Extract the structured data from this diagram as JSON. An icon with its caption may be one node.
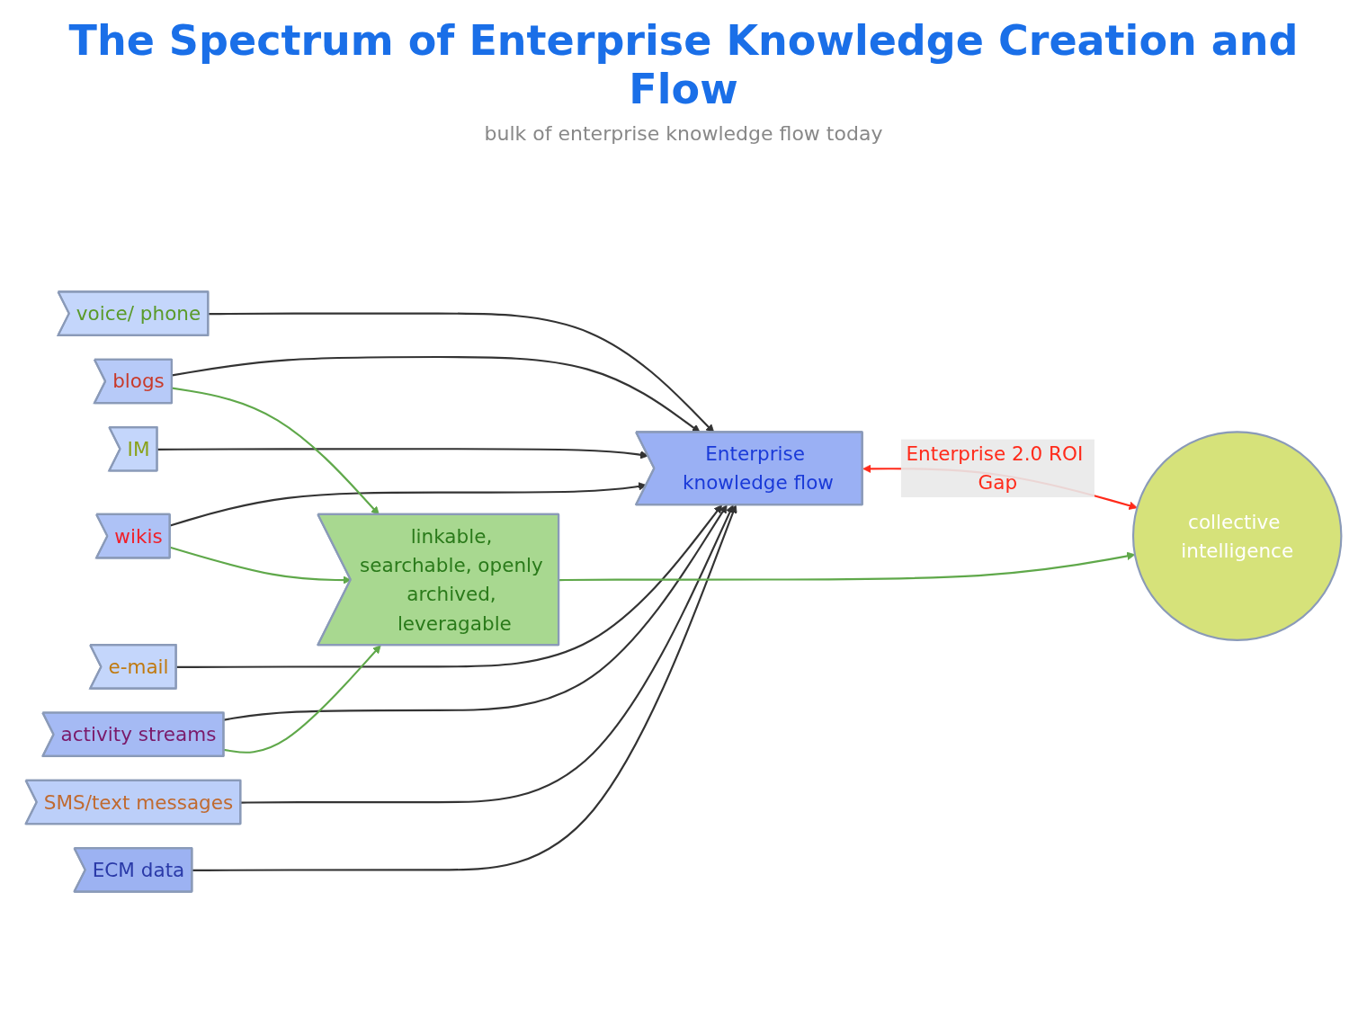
{
  "diagram": {
    "title": "The Spectrum of Enterprise Knowledge Creation and Flow",
    "nodes": [
      {
        "text": [
          "voice/ phone"
        ]
      },
      {
        "text": [
          "IM"
        ]
      },
      {
        "text": [
          "e-mail"
        ]
      },
      {
        "text": [
          "SMS/text messages"
        ]
      },
      {
        "text": [
          "blogs"
        ]
      },
      {
        "text": [
          "wikis"
        ]
      },
      {
        "text": [
          "activity streams"
        ]
      },
      {
        "text": [
          "ECM data"
        ]
      },
      {
        "text": [
          "Enterprise knowledge flow"
        ]
      },
      {
        "text": [
          "linkable, searchable, openly archived, leveragable"
        ]
      },
      {
        "text": [
          "collective intelligence"
        ]
      }
    ],
    "edges": [
      {
        "from": 0,
        "to": 8,
        "arrow": "to"
      },
      {
        "from": 1,
        "to": 8,
        "arrow": "to"
      },
      {
        "from": 2,
        "to": 8,
        "arrow": "to"
      },
      {
        "from": 3,
        "to": 8,
        "arrow": "to"
      },
      {
        "from": 4,
        "to": 8,
        "arrow": "to"
      },
      {
        "from": 5,
        "to": 8,
        "arrow": "to"
      },
      {
        "from": 6,
        "to": 8,
        "arrow": "to"
      },
      {
        "from": 7,
        "to": 8,
        "arrow": "to"
      },
      {
        "from": 4,
        "to": 9,
        "arrow": "to",
        "color": "#5fa84a"
      },
      {
        "from": 5,
        "to": 9,
        "arrow": "to",
        "color": "#5fa84a"
      },
      {
        "from": 6,
        "to": 9,
        "arrow": "to",
        "color": "#5fa84a"
      },
      {
        "from": 9,
        "to": 10,
        "arrow": "to",
        "color": "#5fa84a"
      },
      {
        "from": 8,
        "to": 10,
        "label": "Enterprise 2.0 ROI Gap",
        "arrow": "both",
        "color": "#ff2a1a"
      }
    ],
    "labels": [
      "bulk of enterprise knowledge flow today"
    ]
  }
}
